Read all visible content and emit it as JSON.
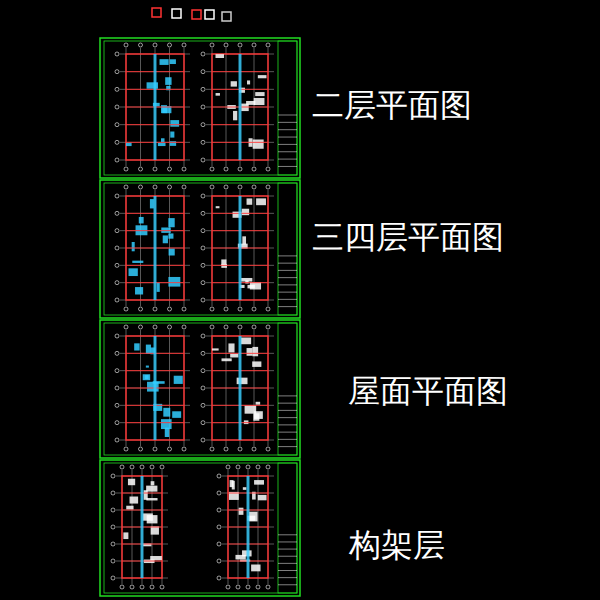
{
  "diagram": {
    "labels": [
      "二层平面图",
      "三四层平面图",
      "屋面平面图",
      "构架层"
    ]
  }
}
